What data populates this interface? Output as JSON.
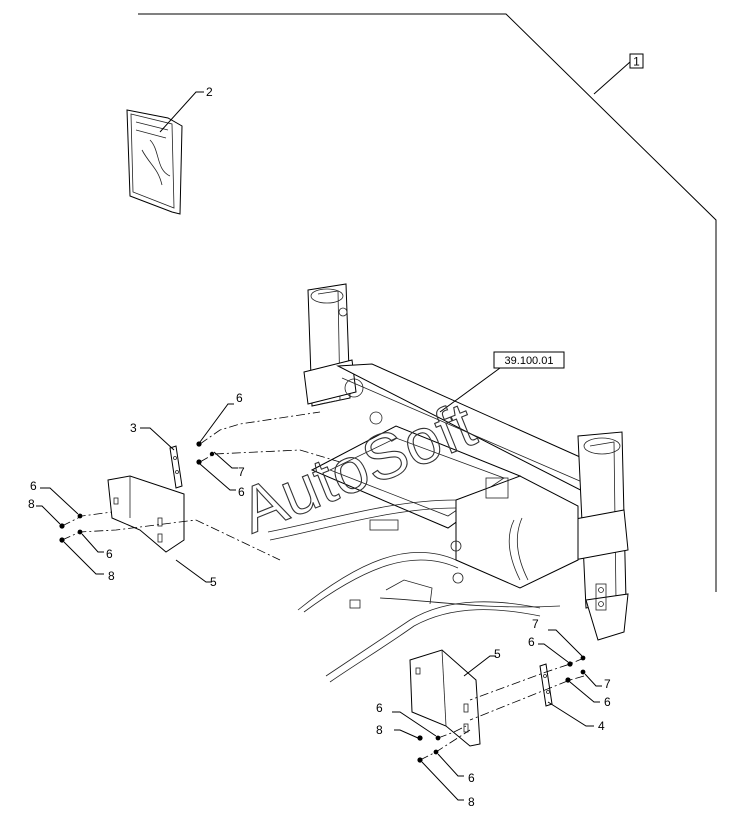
{
  "diagram": {
    "assembly_callout": "1",
    "reference_callout": "39.100.01",
    "watermark": "AutoSoft",
    "callouts": {
      "manual": "2",
      "bracket_left": "3",
      "bracket_right": "4",
      "shield_left": "5",
      "shield_right": "5",
      "washer_l_top": "6",
      "washer_l_mid": "6",
      "washer_l_outer_a": "6",
      "washer_l_outer_b": "6",
      "bolt_l": "7",
      "nut_l_a": "8",
      "nut_l_b": "8",
      "bolt_r_top": "7",
      "washer_r_top": "6",
      "bolt_r_mid": "7",
      "washer_r_mid": "6",
      "washer_r_low_a": "6",
      "nut_r_a": "8",
      "washer_r_low_b": "6",
      "nut_r_b": "8"
    }
  }
}
